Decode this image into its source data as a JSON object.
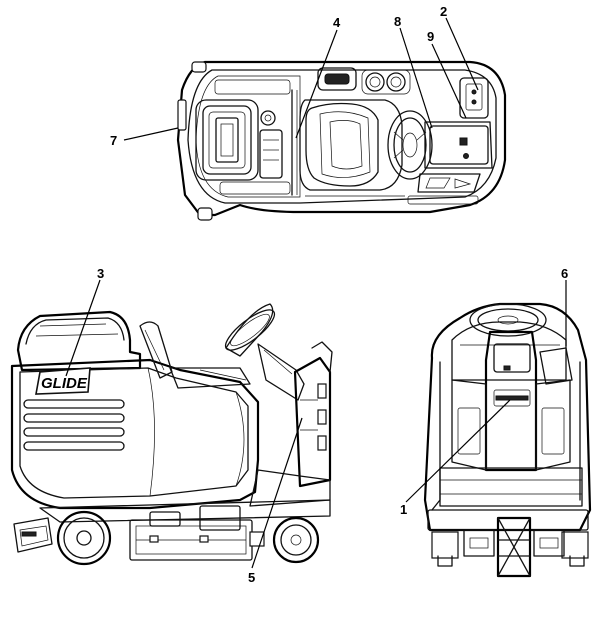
{
  "callouts": [
    {
      "id": "c1",
      "label": "1"
    },
    {
      "id": "c2",
      "label": "2"
    },
    {
      "id": "c3",
      "label": "3"
    },
    {
      "id": "c4",
      "label": "4"
    },
    {
      "id": "c5",
      "label": "5"
    },
    {
      "id": "c6",
      "label": "6"
    },
    {
      "id": "c7",
      "label": "7"
    },
    {
      "id": "c8",
      "label": "8"
    },
    {
      "id": "c9",
      "label": "9"
    }
  ],
  "logo_text": "GLIDE"
}
